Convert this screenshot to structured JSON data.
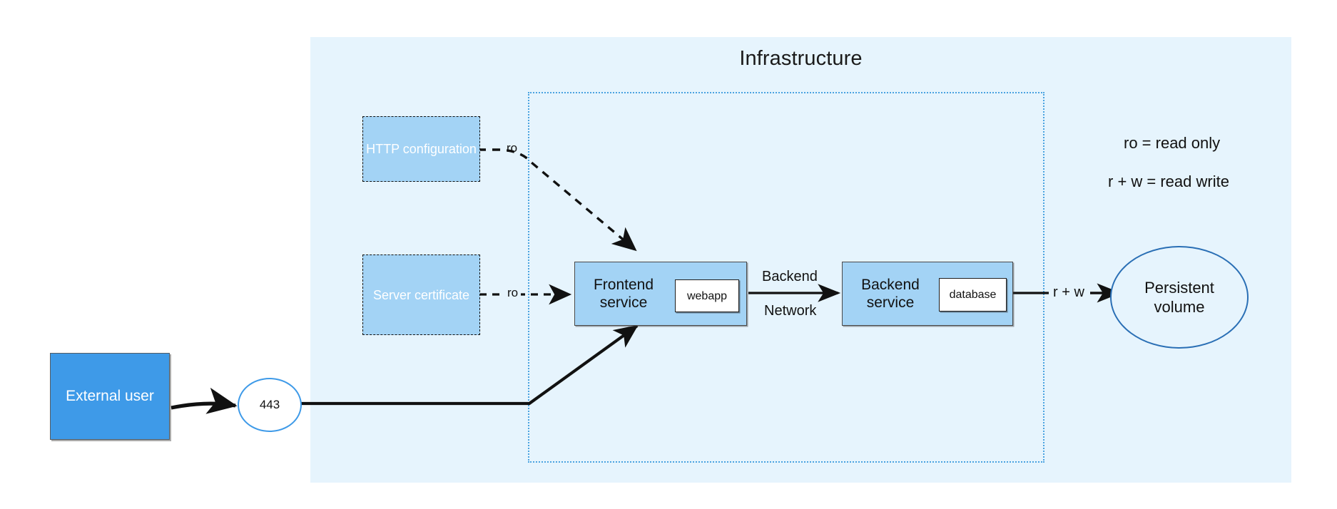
{
  "diagram": {
    "title": "Infrastructure",
    "background": "#ffffff",
    "panel_color": "#e6f4fd",
    "network_boundary_color": "#4aa3e0",
    "accent_blue": "#3e9ae8",
    "node_blue": "#a3d3f5",
    "volume_stroke": "#2a6fb5"
  },
  "nodes": {
    "http_configuration": {
      "label": "HTTP configuration",
      "type": "config",
      "style": "dashed"
    },
    "server_certificate": {
      "label": "Server certificate",
      "type": "config",
      "style": "dashed"
    },
    "frontend_service": {
      "label": "Frontend\nservice",
      "line1": "Frontend",
      "line2": "service",
      "type": "service"
    },
    "backend_service": {
      "label": "Backend\nservice",
      "line1": "Backend",
      "line2": "service",
      "type": "service"
    },
    "webapp_container": {
      "label": "webapp",
      "type": "container"
    },
    "database_container": {
      "label": "database",
      "type": "container"
    },
    "external_user": {
      "label": "External user",
      "type": "actor"
    },
    "port": {
      "label": "443",
      "type": "port"
    },
    "persistent_volume": {
      "label": "Persistent\nvolume",
      "line1": "Persistent",
      "line2": "volume",
      "type": "volume"
    }
  },
  "edges": {
    "http_config_to_frontend": {
      "label": "ro",
      "style": "dashed"
    },
    "server_cert_to_frontend": {
      "label": "ro",
      "style": "dashed"
    },
    "frontend_to_backend": {
      "label_top": "Backend",
      "label_bottom": "Network",
      "style": "solid"
    },
    "backend_to_volume": {
      "label": "r + w",
      "style": "solid"
    },
    "user_to_port": {
      "label": "",
      "style": "solid"
    },
    "port_to_frontend": {
      "label": "",
      "style": "solid"
    }
  },
  "legend": {
    "line_1": "ro = read only",
    "line_2": "r + w = read write"
  }
}
